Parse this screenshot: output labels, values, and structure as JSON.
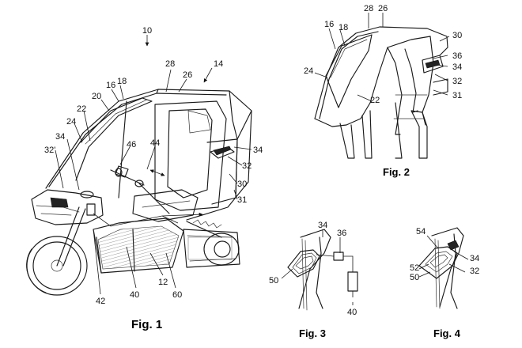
{
  "figures": {
    "fig1": {
      "caption": "Fig. 1",
      "refs": {
        "r10": "10",
        "r14": "14",
        "r16": "16",
        "r18": "18",
        "r20": "20",
        "r22": "22",
        "r24": "24",
        "r26": "26",
        "r28": "28",
        "r30": "30",
        "r31": "31",
        "r32": "32",
        "r32p": "32'",
        "r34a": "34",
        "r34b": "34",
        "r40": "40",
        "r42": "42",
        "r44": "44",
        "r46": "46",
        "r12": "12",
        "r60": "60"
      }
    },
    "fig2": {
      "caption": "Fig. 2",
      "refs": {
        "r16": "16",
        "r18": "18",
        "r28": "28",
        "r26": "26",
        "r30": "30",
        "r36": "36",
        "r34": "34",
        "r32": "32",
        "r31": "31",
        "r24": "24",
        "r22": "22"
      }
    },
    "fig3": {
      "caption": "Fig. 3",
      "refs": {
        "r34": "34",
        "r36": "36",
        "r50": "50",
        "r40": "40"
      }
    },
    "fig4": {
      "caption": "Fig. 4",
      "refs": {
        "r54": "54",
        "r34": "34",
        "r52": "52",
        "r32": "32",
        "r50": "50"
      }
    }
  }
}
